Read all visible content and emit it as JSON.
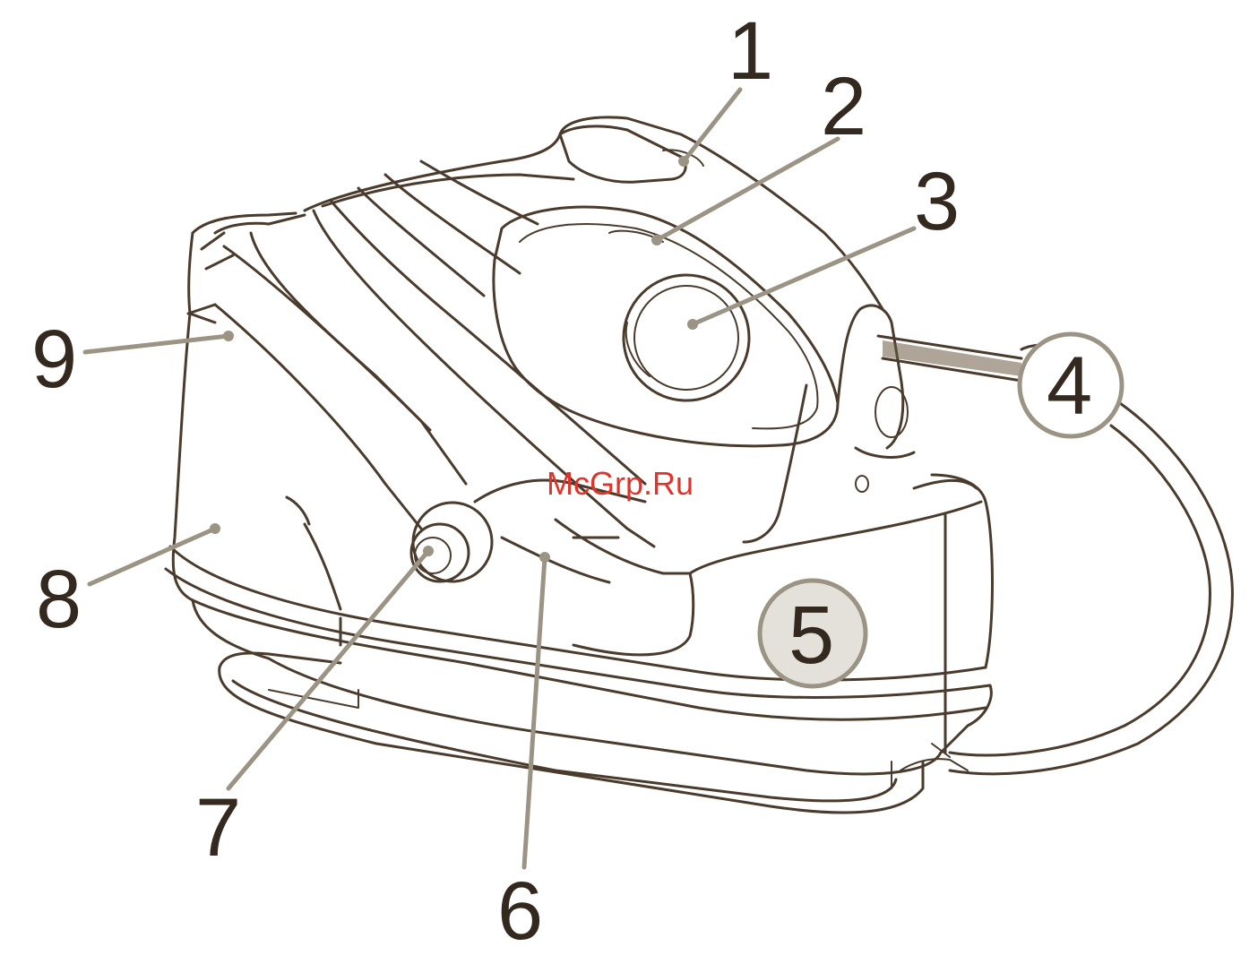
{
  "callouts": {
    "c1": "1",
    "c2": "2",
    "c3": "3",
    "c4": "4",
    "c5": "5",
    "c6": "6",
    "c7": "7",
    "c8": "8",
    "c9": "9"
  },
  "watermark": "McGrp.Ru",
  "colors": {
    "line_art": "#4a3b2c",
    "leader": "#9b9484",
    "badge_fill": "#e3e1da",
    "watermark": "#e0342a"
  }
}
